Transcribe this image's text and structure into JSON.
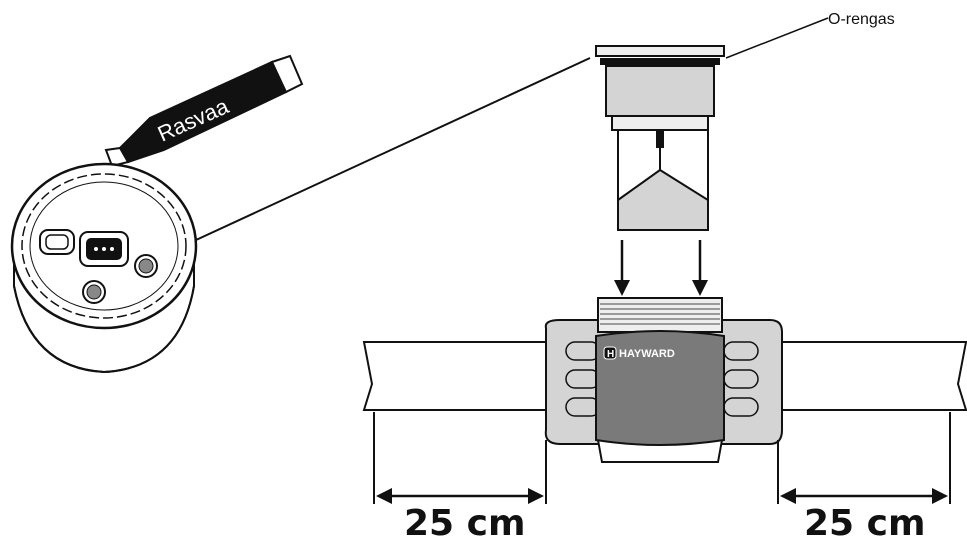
{
  "labels": {
    "o_ring": "O-rengas",
    "grease_tube": "Rasvaa",
    "brand": "HAYWARD",
    "brand_mark": "H",
    "dimension_left": "25 cm",
    "dimension_right": "25 cm"
  },
  "colors": {
    "outline": "#111111",
    "housing_dark": "#7a7a7a",
    "housing_light": "#d4d4d4",
    "cap_light": "#eeeeee",
    "background": "#ffffff"
  },
  "icons": {
    "grease_drop": "droplet-icon",
    "insert_arrow": "arrow-down-icon",
    "dimension_arrow": "double-arrow-icon"
  }
}
